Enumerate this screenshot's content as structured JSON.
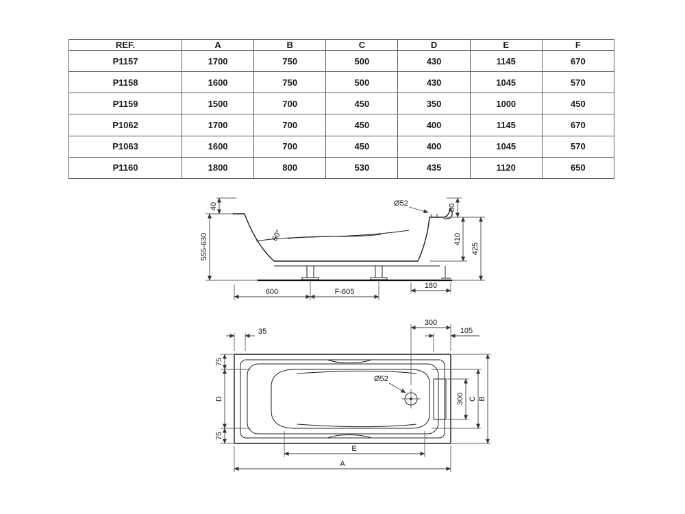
{
  "colors": {
    "line": "#1c1c1c",
    "table_border": "#5a5a5a",
    "text": "#1a1a1a",
    "background": "#ffffff"
  },
  "table": {
    "headers": [
      "REF.",
      "A",
      "B",
      "C",
      "D",
      "E",
      "F"
    ],
    "rows": [
      [
        "P1157",
        "1700",
        "750",
        "500",
        "430",
        "1145",
        "670"
      ],
      [
        "P1158",
        "1600",
        "750",
        "500",
        "430",
        "1045",
        "570"
      ],
      [
        "P1159",
        "1500",
        "700",
        "450",
        "350",
        "1000",
        "450"
      ],
      [
        "P1062",
        "1700",
        "700",
        "450",
        "400",
        "1145",
        "670"
      ],
      [
        "P1063",
        "1600",
        "700",
        "450",
        "400",
        "1045",
        "570"
      ],
      [
        "P1160",
        "1800",
        "800",
        "530",
        "435",
        "1120",
        "650"
      ]
    ]
  },
  "side_view": {
    "labels": {
      "h40": "40",
      "height_range": "555-630",
      "drain": "Ø52",
      "angle": "60°",
      "h80": "80",
      "h410": "410",
      "h425": "425",
      "w600": "600",
      "wf605": "F-605",
      "w180": "180"
    }
  },
  "top_view": {
    "labels": {
      "w35": "35",
      "w300_top": "300",
      "w105": "105",
      "h75_top": "75",
      "hD": "D",
      "drain": "Ø52",
      "h300_right": "300",
      "hC": "C",
      "hB": "B",
      "h75_bottom": "75",
      "wE": "E",
      "wA": "A"
    }
  }
}
